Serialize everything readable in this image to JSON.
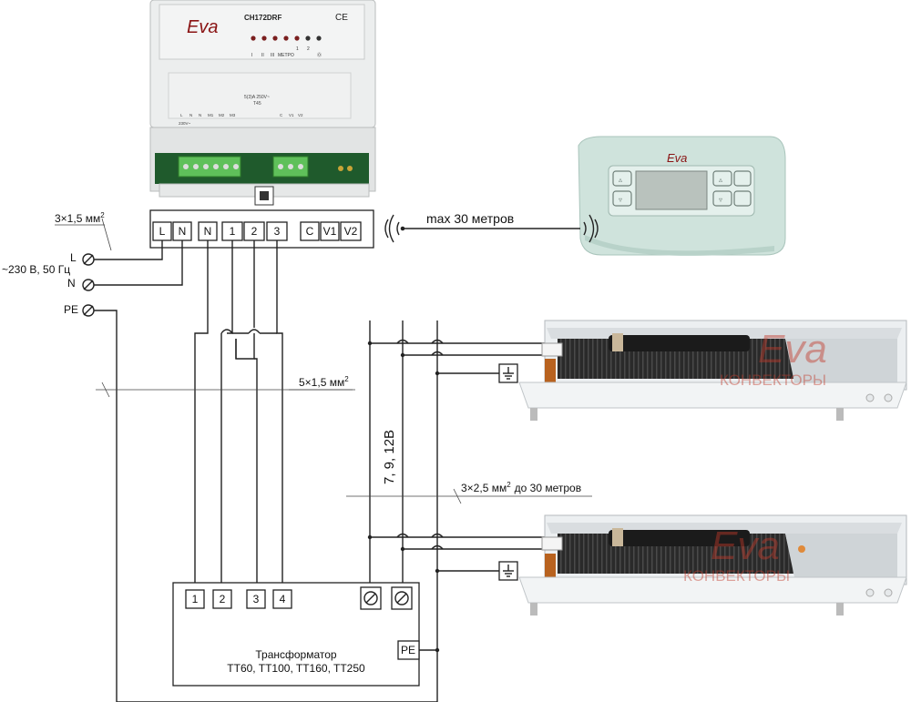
{
  "controller": {
    "brand": "Eva",
    "model": "CH172DRF",
    "ce": "CE",
    "indicators": [
      "I",
      "II",
      "III",
      "METPO",
      "1",
      "2",
      "Ⓞ"
    ],
    "rating": "5(3)A 250V~",
    "rating2": "T45",
    "contact_labels_left": [
      "L",
      "N",
      "N",
      "M1",
      "M2",
      "M3"
    ],
    "contact_labels_right": [
      "C",
      "V1",
      "V2"
    ],
    "supply_label": "230V~"
  },
  "thermostat": {
    "brand": "Eva"
  },
  "terminal_block": [
    "L",
    "N",
    "N",
    "1",
    "2",
    "3",
    "C",
    "V1",
    "V2"
  ],
  "wireless_label": "max 30 метров",
  "supply": {
    "cable": "3×1,5 мм",
    "cable_sup": "2",
    "voltage": "~230 В, 50 Гц",
    "L": "L",
    "N": "N",
    "PE": "PE"
  },
  "cable_5x": {
    "text": "5×1,5 мм",
    "sup": "2"
  },
  "cable_3x": {
    "text": "3×2,5 мм",
    "sup": "2",
    "suffix": "до 30 метров"
  },
  "low_voltage": "7, 9, 12В",
  "transformer": {
    "inputs": [
      "1",
      "2",
      "3",
      "4"
    ],
    "pe": "PE",
    "title": "Трансформатор",
    "models": "TT60, TT100, TT160, TT250"
  },
  "convector_brand": "Eva",
  "convector_watermark": "КОНВЕКТОРЫ",
  "colors": {
    "line": "#222222",
    "controller_body": "#e6e8e8",
    "terminal_green": "#5fc05a",
    "thermostat_body": "#cfe3dc",
    "convector_frame": "#e9ecee",
    "watermark": "#c0392b"
  }
}
